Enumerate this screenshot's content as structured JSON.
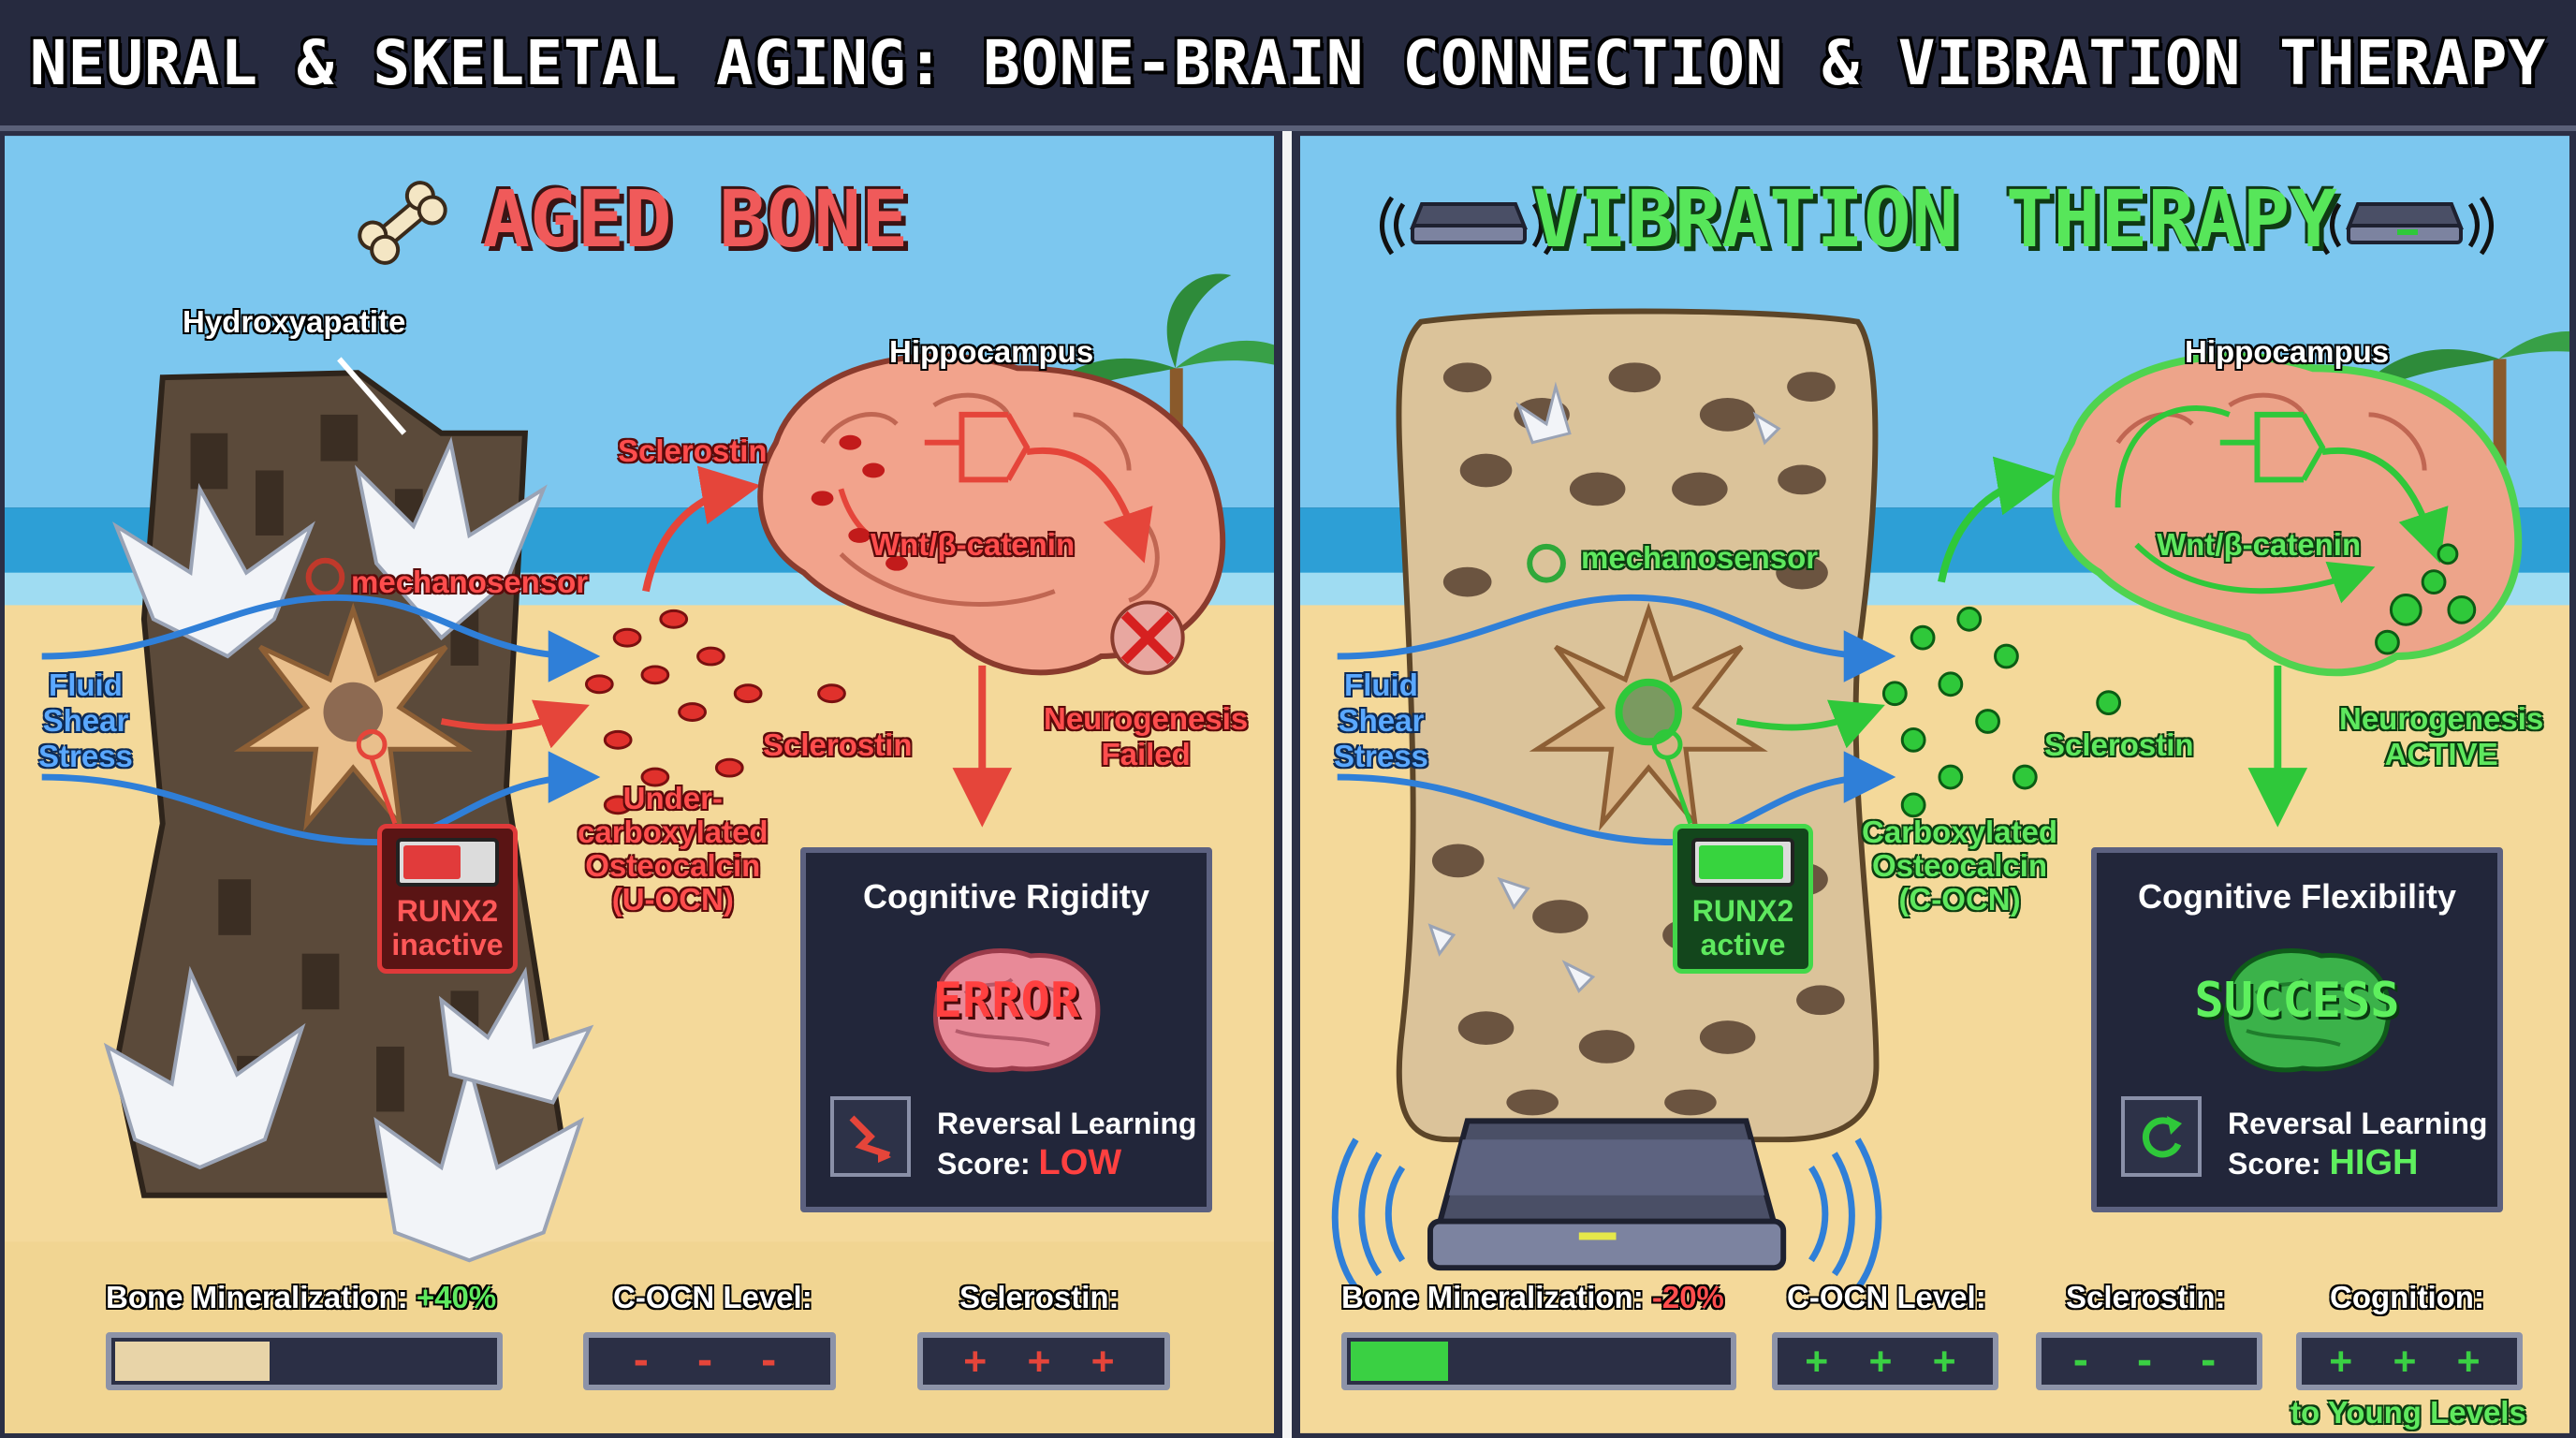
{
  "title": "NEURAL & SKELETAL AGING: BONE-BRAIN CONNECTION & VIBRATION THERAPY",
  "colors": {
    "aged_accent": "#f05a5a",
    "therapy_accent": "#57e65a",
    "fluid_blue": "#5aa8ff",
    "panel_dark": "#22263a"
  },
  "left": {
    "title": "AGED BONE",
    "title_icon": "bone-icon",
    "hydroxyapatite": "Hydroxyapatite",
    "mechanosensor": "mechanosensor",
    "fluid": "Fluid\nShear\nStress",
    "sclerostin_top": "Sclerostin",
    "sclerostin_mid": "Sclerostin",
    "hippocampus": "Hippocampus",
    "wnt": "Wnt/β-catenin",
    "neurogenesis": "Neurogenesis\nFailed",
    "osteocalcin": "Under-\ncarboxylated\nOsteocalcin\n(U-OCN)",
    "runx2": "RUNX2\ninactive",
    "result": {
      "title": "Cognitive Rigidity",
      "status": "ERROR",
      "metric_line1": "Reversal Learning",
      "metric_prefix": "Score: ",
      "metric_value": "LOW"
    },
    "meters": [
      {
        "label_prefix": "Bone Mineralization: ",
        "label_value": "+40%",
        "display": "",
        "fill": 0.4
      },
      {
        "label_prefix": "C-OCN Level:",
        "label_value": "",
        "display": "- - -"
      },
      {
        "label_prefix": "Sclerostin:",
        "label_value": "",
        "display": "+ + +"
      }
    ]
  },
  "right": {
    "title": "VIBRATION THERAPY",
    "title_icon": "vibration-plate-icon",
    "mechanosensor": "mechanosensor",
    "fluid": "Fluid\nShear\nStress",
    "sclerostin_mid": "Sclerostin",
    "hippocampus": "Hippocampus",
    "wnt": "Wnt/β-catenin",
    "neurogenesis": "Neurogenesis\nACTIVE",
    "osteocalcin": "Carboxylated\nOsteocalcin\n(C-OCN)",
    "runx2": "RUNX2\nactive",
    "result": {
      "title": "Cognitive Flexibility",
      "status": "SUCCESS",
      "metric_line1": "Reversal Learning",
      "metric_prefix": "Score: ",
      "metric_value": "HIGH"
    },
    "meters": [
      {
        "label_prefix": "Bone Mineralization: ",
        "label_value": "-20%",
        "display": "",
        "fill": 0.2
      },
      {
        "label_prefix": "C-OCN Level:",
        "label_value": "",
        "display": "+ + +"
      },
      {
        "label_prefix": "Sclerostin:",
        "label_value": "",
        "display": "- - -"
      },
      {
        "label_prefix": "Cognition:",
        "label_value": "",
        "display": "+ + +"
      }
    ],
    "cognition_note": "to Young Levels"
  }
}
